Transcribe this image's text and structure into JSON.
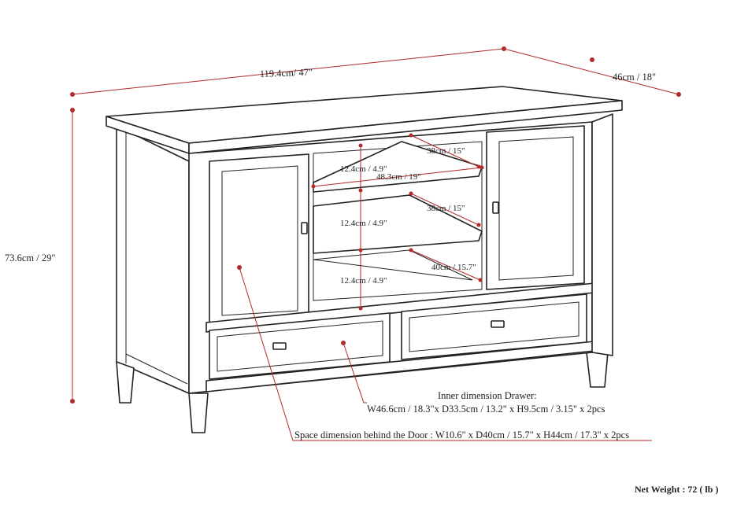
{
  "dimensions": {
    "width": "119.4cm/ 47\"",
    "depth": "46cm / 18\"",
    "height": "73.6cm / 29\"",
    "shelf_gap_top": "12.4cm / 4.9\"",
    "shelf_gap_mid": "12.4cm / 4.9\"",
    "shelf_gap_bottom": "12.4cm / 4.9\"",
    "shelf_width": "48.3cm / 19\"",
    "shelf_depth_top": "38cm / 15\"",
    "shelf_depth_mid": "38cm / 15\"",
    "shelf_depth_bottom": "40cm / 15.7\""
  },
  "notes": {
    "drawer_title": "Inner dimension Drawer:",
    "drawer_dims": "W46.6cm / 18.3\"x D33.5cm / 13.2\" x H9.5cm / 3.15\" x 2pcs",
    "door_space": "Space dimension behind the Door  : W10.6\" x D40cm / 15.7\" x H44cm / 17.3\" x 2pcs"
  },
  "net_weight": "Net Weight : 72 ( lb )",
  "colors": {
    "dimension_line": "#b22a2a",
    "outline": "#222222"
  }
}
